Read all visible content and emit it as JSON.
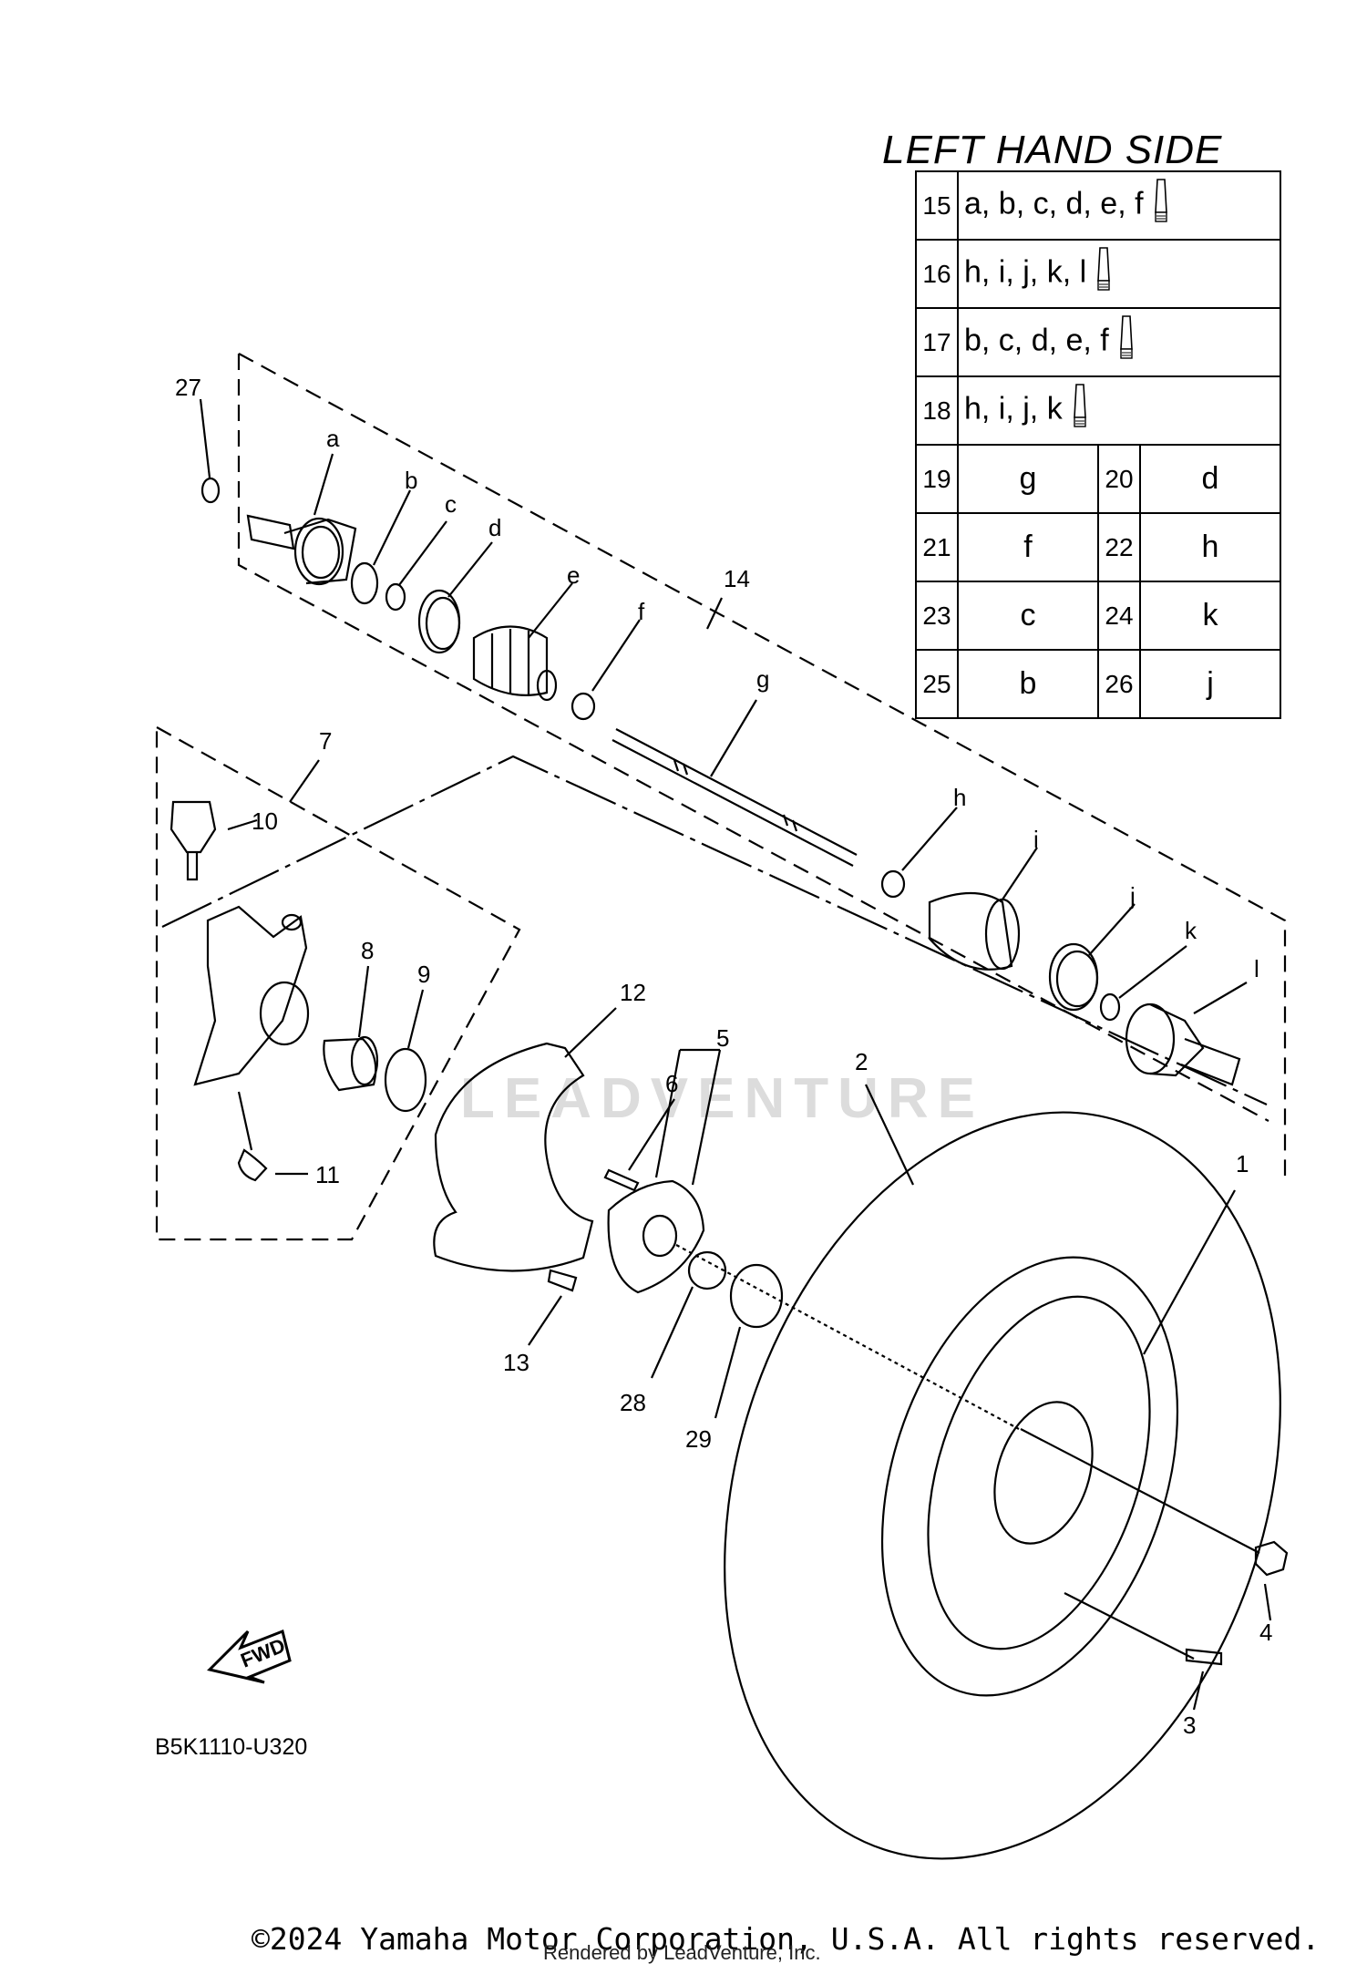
{
  "legend": {
    "title": "LEFT HAND SIDE",
    "single_rows": [
      {
        "num": "15",
        "text": "a, b, c, d, e, f",
        "icon": "grease-tube-icon"
      },
      {
        "num": "16",
        "text": "h, i, j, k, l",
        "icon": "grease-tube-icon"
      },
      {
        "num": "17",
        "text": "b, c, d, e, f",
        "icon": "grease-tube-icon"
      },
      {
        "num": "18",
        "text": "h, i, j, k",
        "icon": "grease-tube-icon"
      }
    ],
    "pair_rows": [
      {
        "num1": "19",
        "val1": "g",
        "num2": "20",
        "val2": "d"
      },
      {
        "num1": "21",
        "val1": "f",
        "num2": "22",
        "val2": "h"
      },
      {
        "num1": "23",
        "val1": "c",
        "num2": "24",
        "val2": "k"
      },
      {
        "num1": "25",
        "val1": "b",
        "num2": "26",
        "val2": "j"
      }
    ]
  },
  "callouts": {
    "n1": "1",
    "n2": "2",
    "n3": "3",
    "n4": "4",
    "n5": "5",
    "n6": "6",
    "n7": "7",
    "n8": "8",
    "n9": "9",
    "n10": "10",
    "n11": "11",
    "n12": "12",
    "n13": "13",
    "n14": "14",
    "n27": "27",
    "n28": "28",
    "n29": "29"
  },
  "letters": {
    "a": "a",
    "b": "b",
    "c": "c",
    "d": "d",
    "e": "e",
    "f": "f",
    "g": "g",
    "h": "h",
    "i": "i",
    "j": "j",
    "k": "k",
    "l": "l"
  },
  "fwd_label": "FWD",
  "diagram_code": "B5K1110-U320",
  "copyright": "©2024 Yamaha Motor Corporation, U.S.A. All rights reserved.",
  "rendered_by": "Rendered by LeadVenture, Inc.",
  "watermark": "LEADVENTURE"
}
